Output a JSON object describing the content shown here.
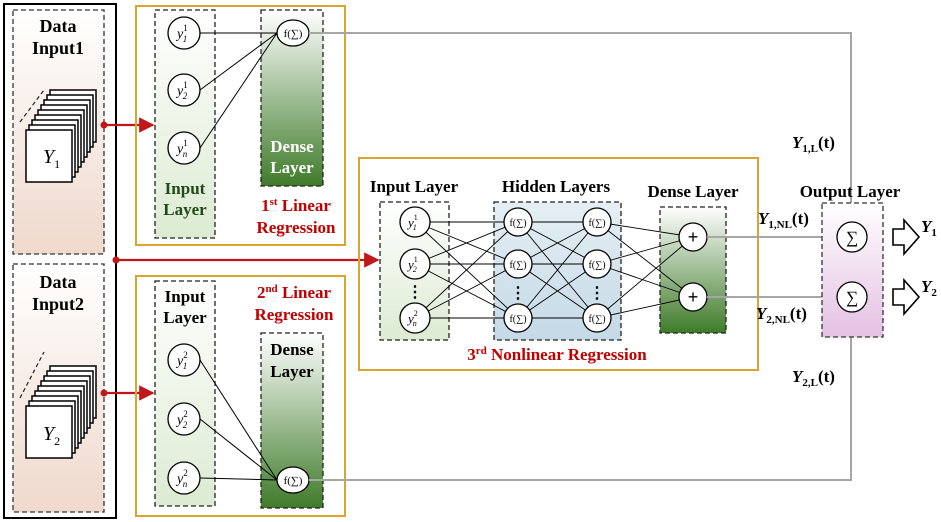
{
  "colors": {
    "orange_border": "#d9a430",
    "red_text": "#c00000",
    "red_arrow": "#c0181a",
    "grey_line": "#a6a6a6",
    "green_dark": "#3f7b2a",
    "green_light": "#e9f4e3",
    "blue_light": "#d6e6ef",
    "purple_light": "#e7c8e6",
    "peach": "#efd9cc"
  },
  "inputs": {
    "input1": {
      "line1": "Data",
      "line2": "Input1",
      "stack_label": "Y",
      "stack_sub": "1"
    },
    "input2": {
      "line1": "Data",
      "line2": "Input2",
      "stack_label": "Y",
      "stack_sub": "2"
    }
  },
  "lr1": {
    "title_sup": "st",
    "title_a": "1",
    "title_b": " Linear",
    "title_c": "Regression",
    "input_layer": [
      "Input",
      "Layer"
    ],
    "dense_layer": [
      "Dense",
      "Layer"
    ],
    "nodes": [
      {
        "base": "y",
        "sub": "1",
        "sup": "1"
      },
      {
        "base": "y",
        "sub": "2",
        "sup": "1"
      },
      {
        "base": "y",
        "sub": "n",
        "sup": "1"
      }
    ],
    "dense_node": "f(∑)"
  },
  "lr2": {
    "title_a": "2",
    "title_sup": "nd",
    "title_b": " Linear",
    "title_c": "Regression",
    "input_layer": [
      "Input",
      "Layer"
    ],
    "dense_layer": [
      "Dense",
      "Layer"
    ],
    "nodes": [
      {
        "base": "y",
        "sub": "1",
        "sup": "2"
      },
      {
        "base": "y",
        "sub": "2",
        "sup": "2"
      },
      {
        "base": "y",
        "sub": "n",
        "sup": "2"
      }
    ],
    "dense_node": "f(∑)"
  },
  "nlr": {
    "title_a": "3",
    "title_sup": "rd",
    "title_b": " Nonlinear Regression",
    "input_layer_label": "Input Layer",
    "hidden_layers_label": "Hidden Layers",
    "dense_layer_label": "Dense Layer",
    "input_nodes": [
      {
        "base": "y",
        "sub": "1",
        "sup": "1"
      },
      {
        "base": "y",
        "sub": "2",
        "sup": "1"
      },
      {
        "base": "y",
        "sub": "n",
        "sup": "2"
      }
    ],
    "hidden_node": "f(∑)",
    "plus": "+",
    "ellipsis": "⋮"
  },
  "output": {
    "label": "Output Layer",
    "sigma": "∑",
    "y1_label": "Y",
    "y1_sub": "1",
    "y2_label": "Y",
    "y2_sub": "2",
    "y1L_base": "Y",
    "y1L_sub": "1,L",
    "y1L_arg": "(t)",
    "y1NL_base": "Y",
    "y1NL_sub": "1,NL",
    "y1NL_arg": "(t)",
    "y2NL_base": "Y",
    "y2NL_sub": "2,NL",
    "y2NL_arg": "(t)",
    "y2L_base": "Y",
    "y2L_sub": "2,L",
    "y2L_arg": "(t)"
  }
}
